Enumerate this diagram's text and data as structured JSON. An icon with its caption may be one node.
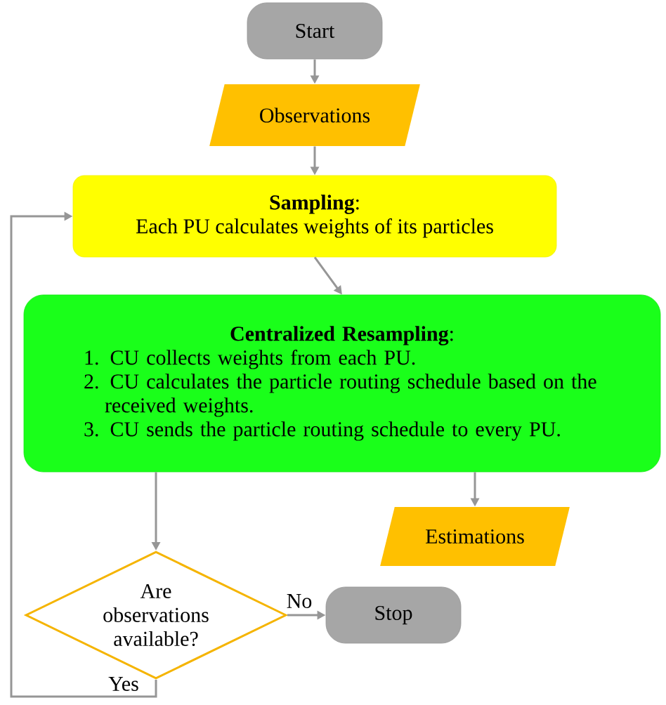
{
  "diagram": {
    "nodes": [
      {
        "text": [
          "Start"
        ]
      },
      {
        "text": [
          "Observations"
        ]
      },
      {
        "text": [
          "**Sampling**:",
          "Each PU calculates weights of its particles"
        ]
      },
      {
        "text": [
          "**Centralized Resampling**:",
          "1. CU collects weights from each PU.",
          "2. CU calculates the particle routing schedule based on the received weights.",
          "3. CU sends the particle routing schedule to every PU."
        ]
      },
      {
        "text": [
          "Estimations"
        ]
      },
      {
        "text": [
          "Are observations available?"
        ]
      },
      {
        "text": [
          "Stop"
        ]
      }
    ],
    "edges": [
      {
        "from": 0,
        "to": 1,
        "arrow": "to"
      },
      {
        "from": 1,
        "to": 2,
        "arrow": "to"
      },
      {
        "from": 2,
        "to": 3,
        "arrow": "to"
      },
      {
        "from": 3,
        "to": 4,
        "arrow": "to"
      },
      {
        "from": 3,
        "to": 5,
        "arrow": "to"
      },
      {
        "from": 5,
        "to": 6,
        "arrow": "to",
        "label": "No"
      },
      {
        "from": 5,
        "to": 2,
        "arrow": "to",
        "label": "Yes"
      }
    ]
  }
}
